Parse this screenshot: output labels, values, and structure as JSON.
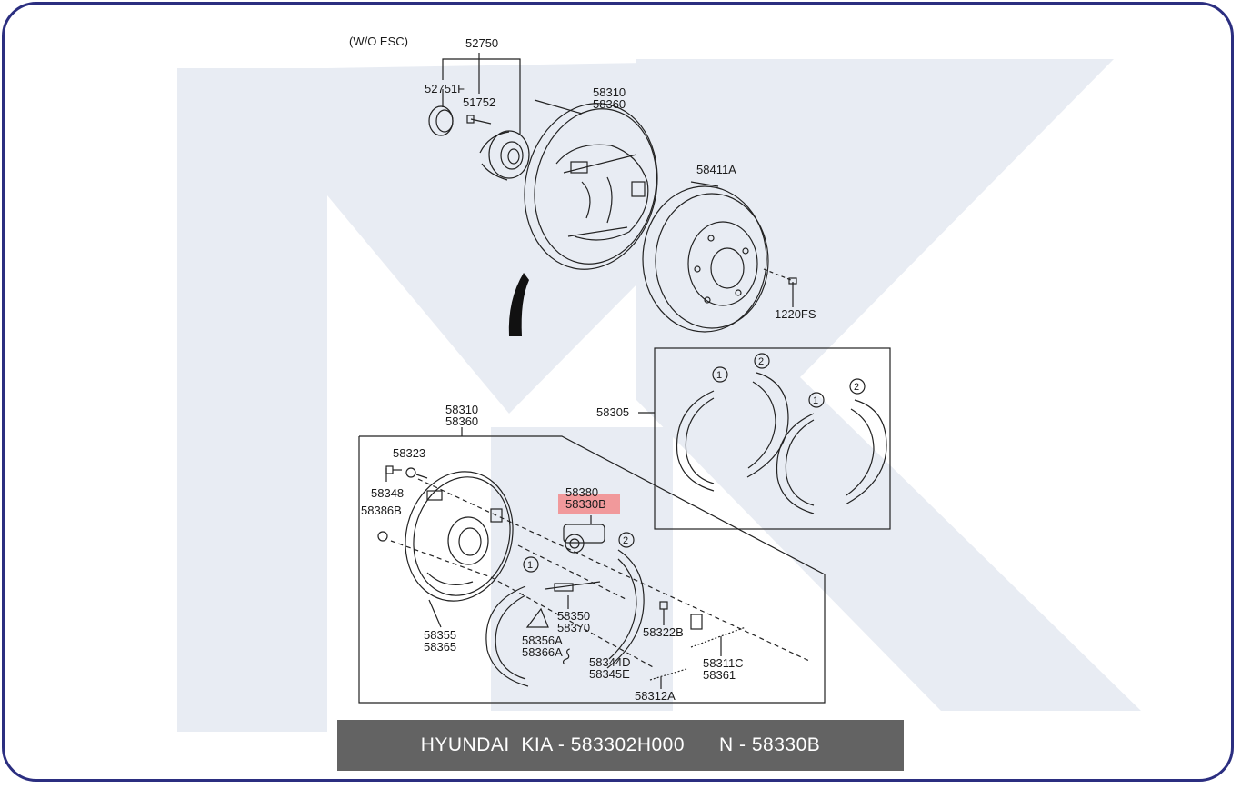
{
  "footer": {
    "brand": "HYUNDAI  KIA - 583302H000",
    "code": "N - 58330B"
  },
  "colors": {
    "frame_border": "#2b2e80",
    "watermark": "#e6eaf2",
    "highlight": "#f28b8b",
    "footer_bg": "#636363",
    "footer_text": "#ffffff"
  },
  "labels": {
    "wo_esc": "(W/O ESC)",
    "p52750": "52750",
    "p52751f": "52751F",
    "p51752": "51752",
    "p58310_top": "58310",
    "p58360_top": "58360",
    "p58411a": "58411A",
    "p1220fs": "1220FS",
    "p58305": "58305",
    "p58310_mid": "58310",
    "p58360_mid": "58360",
    "p58323": "58323",
    "p58348": "58348",
    "p58386b": "58386B",
    "p58380": "58380",
    "p58330b": "58330B",
    "p58350": "58350",
    "p58370": "58370",
    "p58355": "58355",
    "p58365": "58365",
    "p58356a": "58356A",
    "p58366a": "58366A",
    "p58344d": "58344D",
    "p58345e": "58345E",
    "p58322b": "58322B",
    "p58311c": "58311C",
    "p58361": "58361",
    "p58312a": "58312A",
    "c1a": "1",
    "c2a": "2",
    "c1b": "1",
    "c2b": "2",
    "c1c": "1",
    "c2c": "2"
  }
}
